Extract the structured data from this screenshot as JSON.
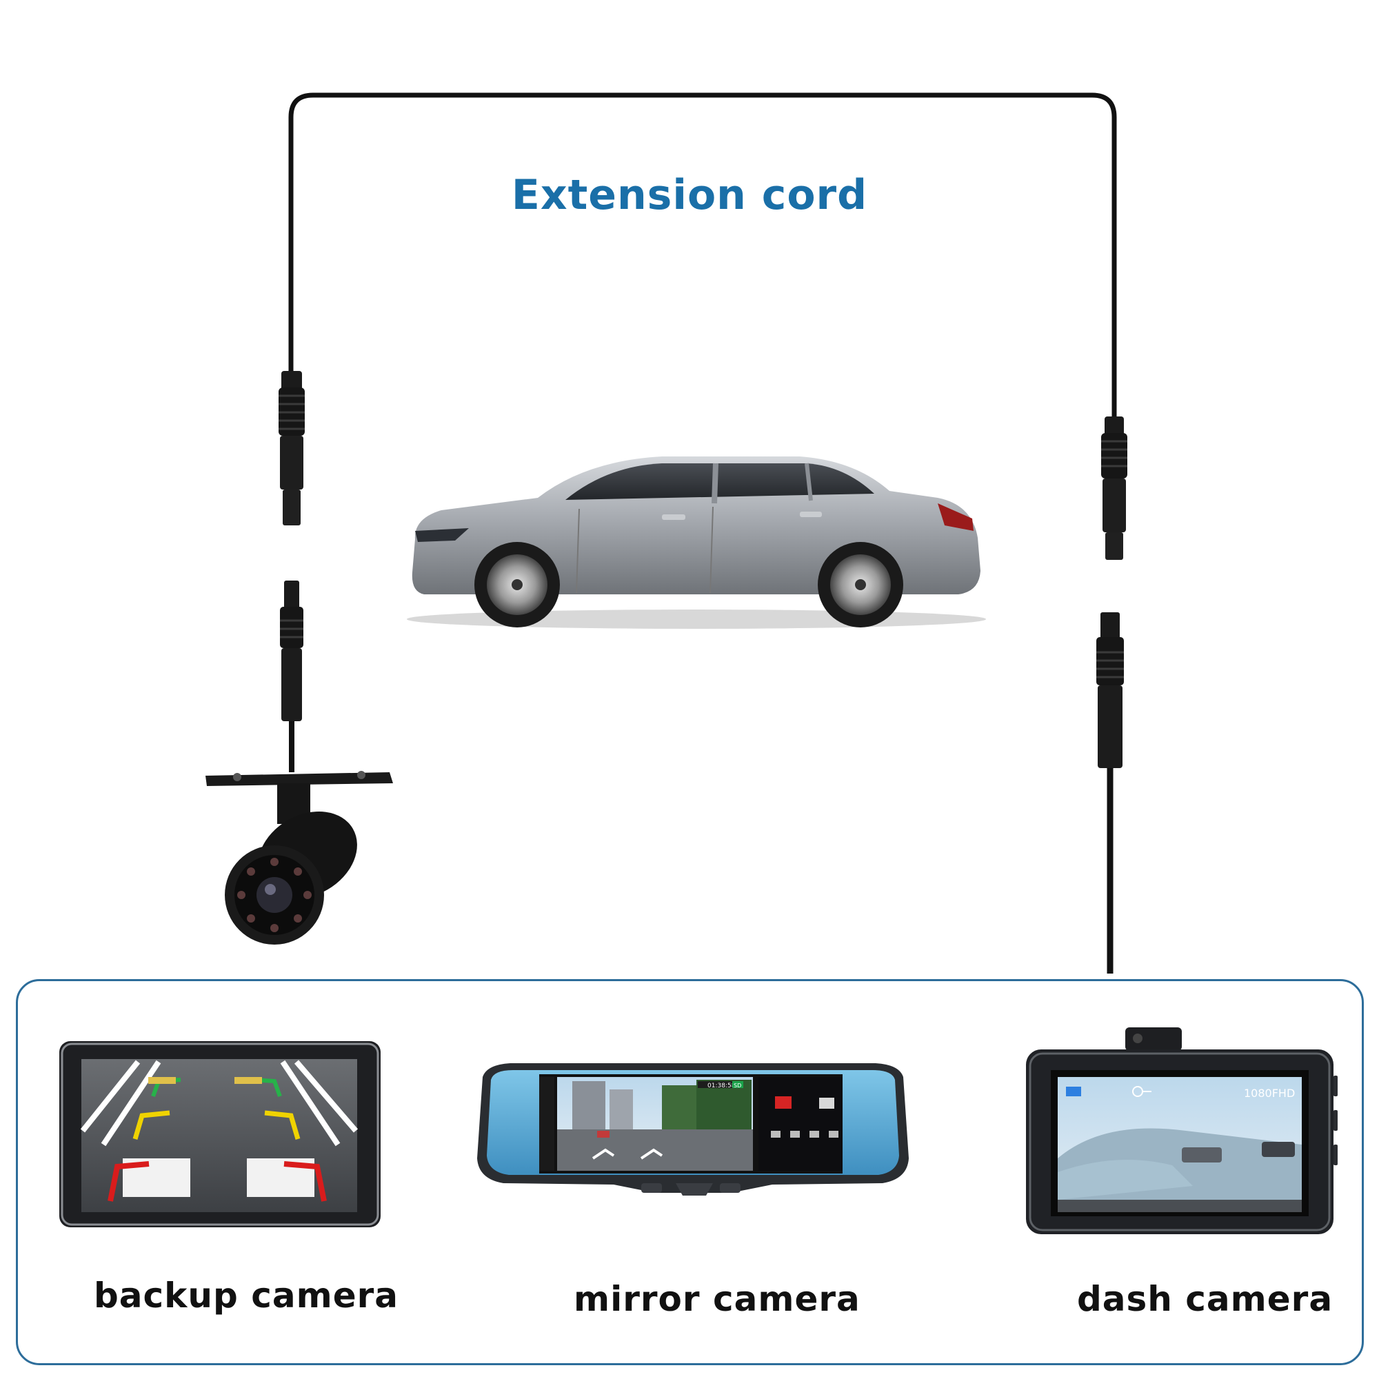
{
  "headline": "Extension cord",
  "devices": [
    {
      "label": "backup camera",
      "icon": "monitor-icon"
    },
    {
      "label": "mirror camera",
      "icon": "rearview-mirror-icon"
    },
    {
      "label": "dash camera",
      "icon": "dash-camera-icon"
    }
  ],
  "mirror_screen": {
    "time": "01:38:58",
    "storage": "SD"
  },
  "dash_screen": {
    "resolution": "1080FHD"
  },
  "colors": {
    "headline": "#1a6fa8",
    "panel_border": "#2d6d9a",
    "cable": "#111111",
    "car_body": "#a9adb3"
  }
}
